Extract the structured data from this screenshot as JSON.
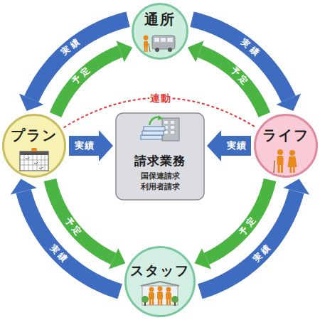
{
  "diagram": {
    "nodes": [
      {
        "text": [
          "通所"
        ]
      },
      {
        "text": [
          "プラン"
        ]
      },
      {
        "text": [
          "請求業務",
          "国保連請求 利用者請求"
        ]
      },
      {
        "text": [
          "ライフ"
        ]
      },
      {
        "text": [
          "スタッフ"
        ]
      }
    ],
    "edges": [
      {
        "from": 0,
        "to": 1,
        "label": "実績",
        "arrow": "to"
      },
      {
        "from": 1,
        "to": 0,
        "label": "予定",
        "arrow": "to"
      },
      {
        "from": 0,
        "to": 3,
        "label": "実績",
        "arrow": "to"
      },
      {
        "from": 3,
        "to": 0,
        "label": "予定",
        "arrow": "to"
      },
      {
        "from": 4,
        "to": 1,
        "label": "実績",
        "arrow": "to"
      },
      {
        "from": 1,
        "to": 4,
        "label": "予定",
        "arrow": "to"
      },
      {
        "from": 4,
        "to": 3,
        "label": "実績",
        "arrow": "to"
      },
      {
        "from": 3,
        "to": 4,
        "label": "予定",
        "arrow": "to"
      },
      {
        "from": 1,
        "to": 2,
        "label": "実績",
        "arrow": "to"
      },
      {
        "from": 3,
        "to": 2,
        "label": "実績",
        "arrow": "to"
      },
      {
        "from": 1,
        "to": 3,
        "label": "連動",
        "arrow": "none"
      }
    ]
  }
}
